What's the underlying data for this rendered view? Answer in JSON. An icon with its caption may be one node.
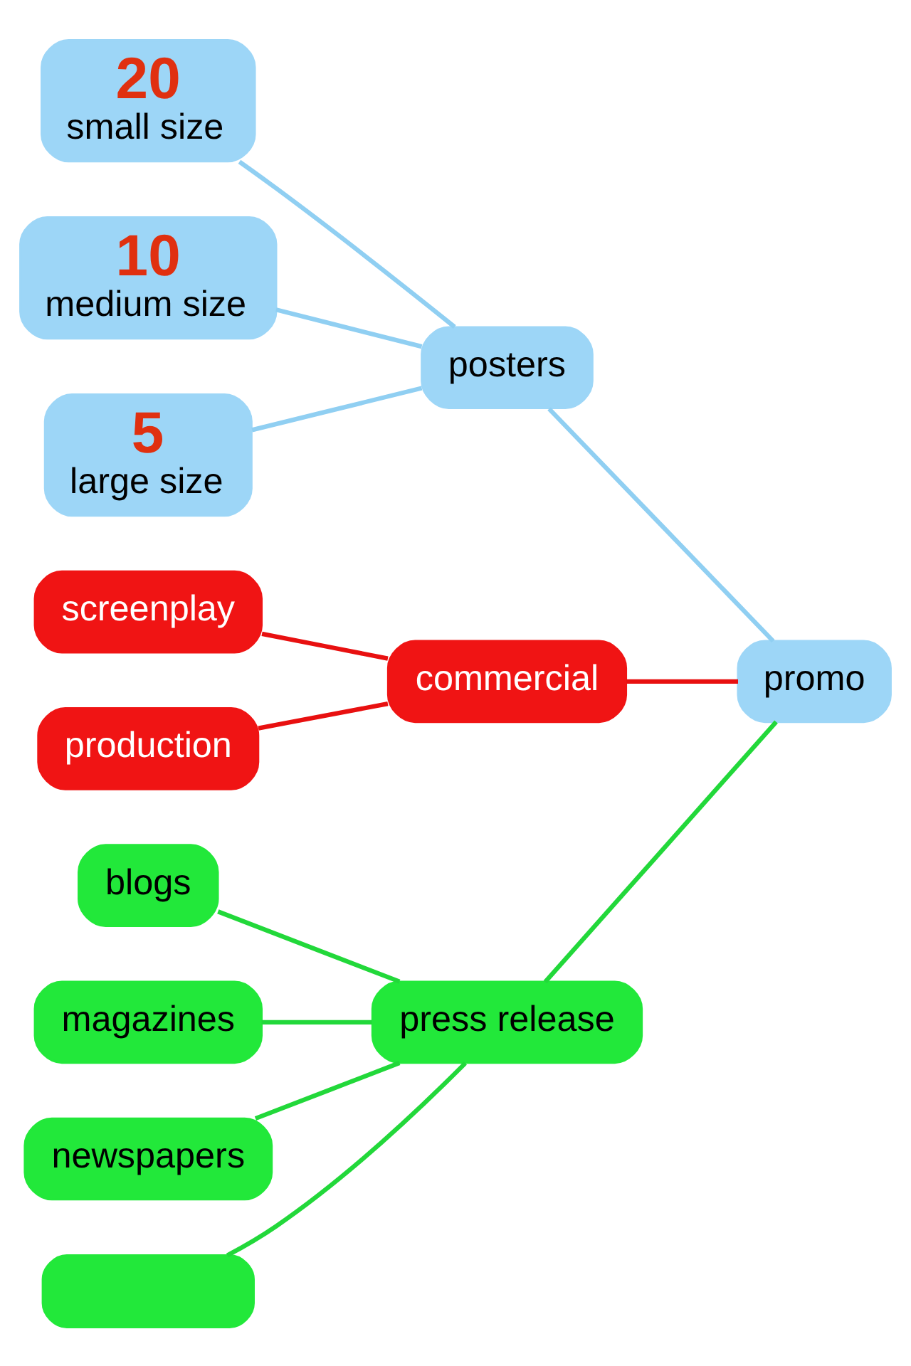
{
  "diagram": {
    "nodes": [
      {
        "text": [
          "20",
          "small size"
        ]
      },
      {
        "text": [
          "10",
          "medium size"
        ]
      },
      {
        "text": [
          "5",
          "large size"
        ]
      },
      {
        "text": [
          "posters"
        ]
      },
      {
        "text": [
          "screenplay"
        ]
      },
      {
        "text": [
          "production"
        ]
      },
      {
        "text": [
          "commercial"
        ]
      },
      {
        "text": [
          "blogs"
        ]
      },
      {
        "text": [
          "magazines"
        ]
      },
      {
        "text": [
          "newspapers"
        ]
      },
      {
        "text": [],
        "shape": "box"
      },
      {
        "text": [
          "press release"
        ]
      },
      {
        "text": [
          "promo"
        ]
      }
    ],
    "edges": [
      {
        "from": 12,
        "to": 3,
        "arrow": "none",
        "color": "#90cff2"
      },
      {
        "from": 12,
        "to": 6,
        "arrow": "none",
        "color": "#e81010"
      },
      {
        "from": 12,
        "to": 11,
        "arrow": "none"
      },
      {
        "from": 3,
        "to": 0,
        "arrow": "none",
        "color": "#90cff2"
      },
      {
        "from": 3,
        "to": 1,
        "arrow": "none",
        "color": "#90cff2"
      },
      {
        "from": 3,
        "to": 2,
        "arrow": "none",
        "color": "#90cff2"
      },
      {
        "from": 6,
        "to": 4,
        "arrow": "none",
        "color": "#e81010"
      },
      {
        "from": 6,
        "to": 5,
        "arrow": "none",
        "color": "#e81010"
      },
      {
        "from": 11,
        "to": 7,
        "arrow": "none"
      },
      {
        "from": 11,
        "to": 8,
        "arrow": "none"
      },
      {
        "from": 11,
        "to": 9,
        "arrow": "none"
      },
      {
        "from": 11,
        "to": 10,
        "arrow": "none"
      }
    ]
  }
}
